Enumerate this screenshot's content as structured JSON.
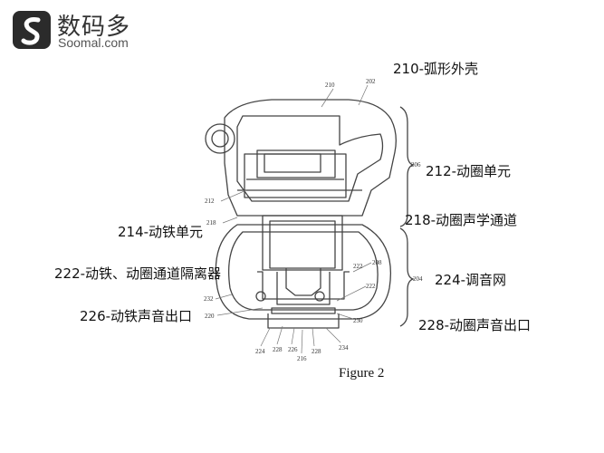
{
  "watermark": {
    "name_cn": "数码多",
    "site": "Soomal.com"
  },
  "figure_caption": "Figure 2",
  "labels": {
    "l210": "210-弧形外壳",
    "l212": "212-动圈单元",
    "l214": "214-动铁单元",
    "l218": "218-动圈声学通道",
    "l222": "222-动铁、动圈通道隔离器",
    "l224": "224-调音网",
    "l226": "226-动铁声音出口",
    "l228": "228-动圈声音出口"
  },
  "refs": {
    "r210": "210",
    "r202": "202",
    "r206": "206",
    "r212": "212",
    "r218": "218",
    "r208": "208",
    "r204": "204",
    "r222a": "222",
    "r222b": "222",
    "r232": "232",
    "r220": "220",
    "r230": "230",
    "r224": "224",
    "r228a": "228",
    "r226": "226",
    "r216": "216",
    "r228b": "228",
    "r234": "234"
  }
}
